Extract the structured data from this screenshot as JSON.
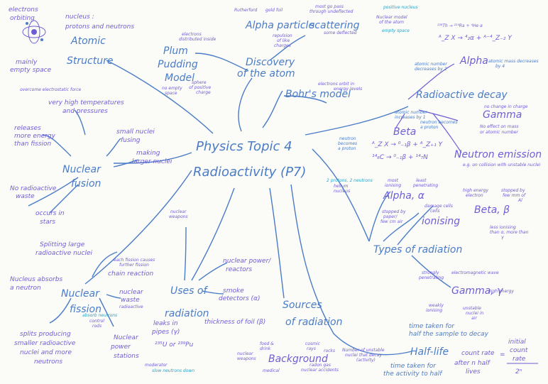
{
  "central": {
    "line1": "Physics Topic 4",
    "line2": "Radioactivity (P7)"
  },
  "atomic": {
    "title1": "Atomic",
    "title2": "Structure",
    "electrons1": "electrons",
    "electrons2": "orbiting",
    "nucleus1": "nucleus :",
    "nucleus2": "protons and neutrons",
    "empty1": "mainly",
    "empty2": "empty space",
    "force": "overcome electrostatic force"
  },
  "fusion": {
    "title1": "Nuclear",
    "title2": "fusion",
    "temp1": "very high temperatures",
    "temp2": "and pressures",
    "energy1": "releases",
    "energy2": "more energy",
    "energy3": "than fission",
    "small1": "small nuclei",
    "small2": "fusing",
    "larger1": "making",
    "larger2": "larger nuclei",
    "waste1": "No radioactive",
    "waste2": "waste",
    "stars1": "occurs in",
    "stars2": "stars"
  },
  "discovery": {
    "title1": "Discovery",
    "title2": "of the atom",
    "plum1": "Plum",
    "plum2": "Pudding",
    "plum3": "Model",
    "alpha1": "Alpha particle",
    "alpha2": "scattering",
    "bohr": "Bohr's model",
    "rutherford": "Rutherford",
    "goldfoil": "gold foil",
    "electrons_dist1": "electrons",
    "electrons_dist2": "distributed inside",
    "sphere1": "sphere",
    "sphere2": "of positive",
    "sphere3": "charge",
    "noempty1": "no empty",
    "noempty2": "space",
    "repulsion1": "repulsion",
    "repulsion2": "of like",
    "repulsion3": "charges",
    "mostpass1": "most go pass",
    "mostpass2": "through undeflected",
    "mostpass3": "some deflected",
    "positive1": "positive nucleus",
    "positive2": "Nuclear model",
    "positive3": "of the atom",
    "positive4": "empty space",
    "orbits1": "electrons orbit in",
    "orbits2": "energy levels"
  },
  "decay": {
    "title": "Radioactive decay",
    "alpha": "Alpha",
    "gamma": "Gamma",
    "beta": "Beta",
    "neutron": "Neutron emission",
    "eq_th": "²²⁸Th → ²²⁴Ra + ⁴He α",
    "eq_gen": "ᴬ_Z X → ⁴₂α + ᴬ⁻⁴_Z₋₂ Y",
    "eq_beta": "ᴬ_Z X → ⁰₋₁β + ᴬ_Z₊₁ Y",
    "eq_c": "¹⁴₆C → ⁰₋₁β + ¹⁴₇N",
    "alpha_note1": "atomic number",
    "alpha_note2": "decreases by 2",
    "mass_note1": "atomic mass decreases",
    "mass_note2": "by 4",
    "gamma_note1": "no change in charge",
    "gamma_note2": "No effect on mass",
    "gamma_note3": "or atomic number",
    "beta_note1": "atomic number",
    "beta_note2": "increases by 1",
    "beta_note3": "neutron becomes",
    "beta_note4": "a proton",
    "neutron_note1": "neutron",
    "neutron_note2": "becomes",
    "neutron_note3": "a proton",
    "emission_note": "e.g. on collision with unstable nuclei"
  },
  "types": {
    "title": "Types of radiation",
    "alpha": "Alpha, α",
    "beta": "Beta, β",
    "gamma": "Gamma, γ",
    "ionising": "ionising",
    "helium1": "2 protons, 2 neutrons",
    "helium2": "helium",
    "helium3": "nucleus",
    "most_ion1": "most",
    "most_ion2": "ionising",
    "least1": "least",
    "least2": "penetrating",
    "stopped1": "stopped by",
    "stopped2": "paper/",
    "stopped3": "few cm air",
    "damage1": "damage cells",
    "damage2": "cells",
    "high1": "high energy",
    "high2": "electron",
    "stopped_al1": "stopped by",
    "stopped_al2": "few mm of",
    "stopped_al3": "Al",
    "less1": "less ionising",
    "less2": "than α, more than",
    "less3": "γ",
    "strongly1": "strongly",
    "strongly2": "penetrating",
    "em": "electromagnetic wave",
    "weakly1": "weakly",
    "weakly2": "ionising",
    "unstable1": "unstable",
    "unstable2": "nuclei in",
    "unstable3": "air",
    "high_en": "high energy"
  },
  "uses": {
    "title1": "Uses of",
    "title2": "radiation",
    "weapons1": "nuclear",
    "weapons2": "weapons",
    "power1": "nuclear power/",
    "power2": "reactors",
    "smoke1": "smoke",
    "smoke2": "detectors (α)",
    "thickness": "thickness of foil (β)",
    "leaks1": "leaks in",
    "leaks2": "pipes (γ)"
  },
  "sources": {
    "title1": "Sources",
    "title2": "of radiation",
    "background": "Background",
    "food1": "food &",
    "food2": "drink",
    "cosmic1": "cosmic",
    "cosmic2": "rays",
    "rocks": "rocks",
    "weapons1": "nuclear",
    "weapons2": "weapons",
    "medical": "medical",
    "radon1": "radon gas",
    "radon2": "nuclear accidents"
  },
  "halflife": {
    "title": "Half-life",
    "time1": "time taken for",
    "time2": "half the sample to decay",
    "time3": "time taken for",
    "time4": "the activity to half",
    "unstable1": "Number of unstable",
    "unstable2": "nuclei that decay",
    "unstable3": "(activity)",
    "count": "count rate",
    "after1": "after n half",
    "after2": "lives",
    "equals": "=",
    "initial1": "initial",
    "initial2": "count",
    "initial3": "rate",
    "denominator": "2ⁿ"
  },
  "fission": {
    "title1": "Nuclear",
    "title2": "fission",
    "splitting1": "Splitting large",
    "splitting2": "radioactive nuclei",
    "absorbs1": "Nucleus absorbs",
    "absorbs2": "a neutron",
    "chain1": "each fission causes",
    "chain2": "further fission",
    "chain3": "chain reaction",
    "waste1": "nuclear",
    "waste2": "waste",
    "waste3": "radioactive",
    "splits1": "splits producing",
    "splits2": "smaller radioactive",
    "splits3": "nuclei and more",
    "splits4": "neutrons",
    "power1": "Nuclear",
    "power2": "power",
    "power3": "stations",
    "absorb_n1": "absorb neutrons",
    "absorb_n2": "control",
    "absorb_n3": "rods",
    "moderator1": "moderator",
    "moderator2": "slow neutrons down",
    "uranium": "²³⁵U or ²³⁹Pu"
  },
  "colors": {
    "blue": "#4a7cc7",
    "purple": "#6d5ed6",
    "cyan": "#2aa1c5",
    "paper": "#fbfbf7"
  }
}
